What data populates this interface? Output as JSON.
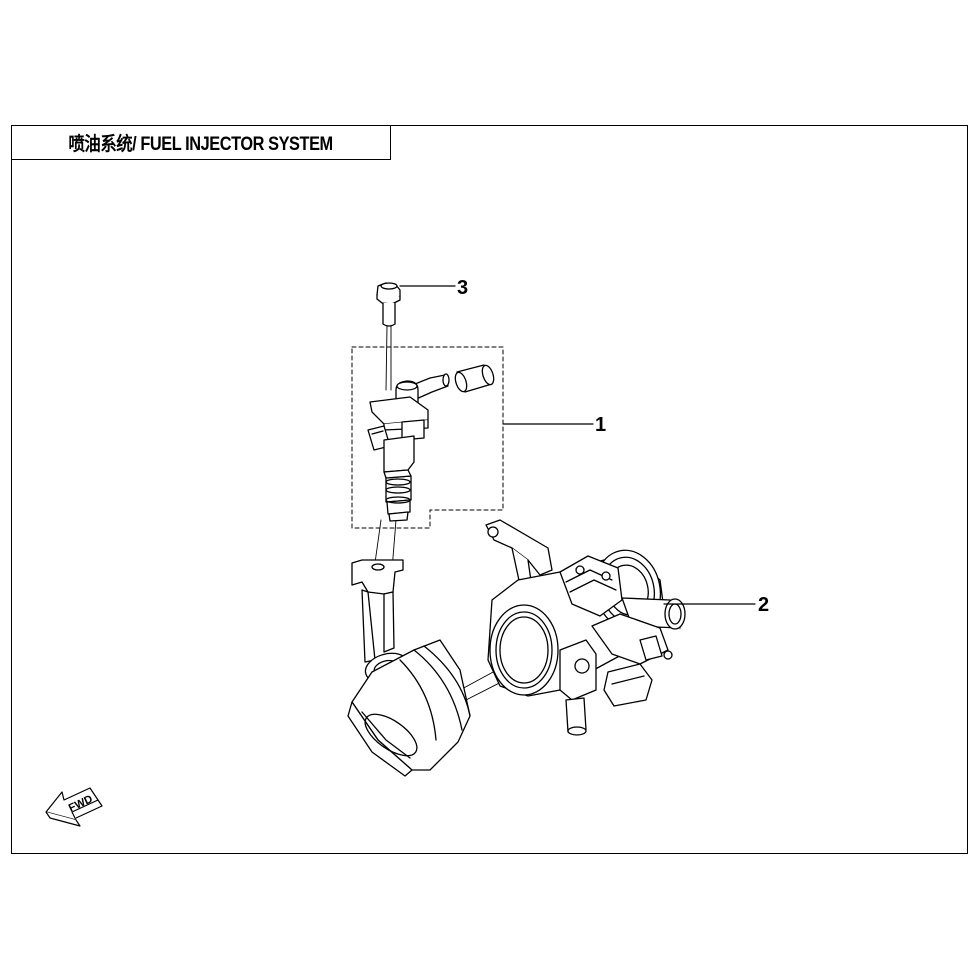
{
  "title": "喷油系统/ FUEL INJECTOR SYSTEM",
  "callouts": {
    "injector_assembly": "1",
    "throttle_body": "2",
    "bolt": "3"
  },
  "direction_label": "FWD",
  "colors": {
    "line": "#000000",
    "background": "#ffffff"
  }
}
